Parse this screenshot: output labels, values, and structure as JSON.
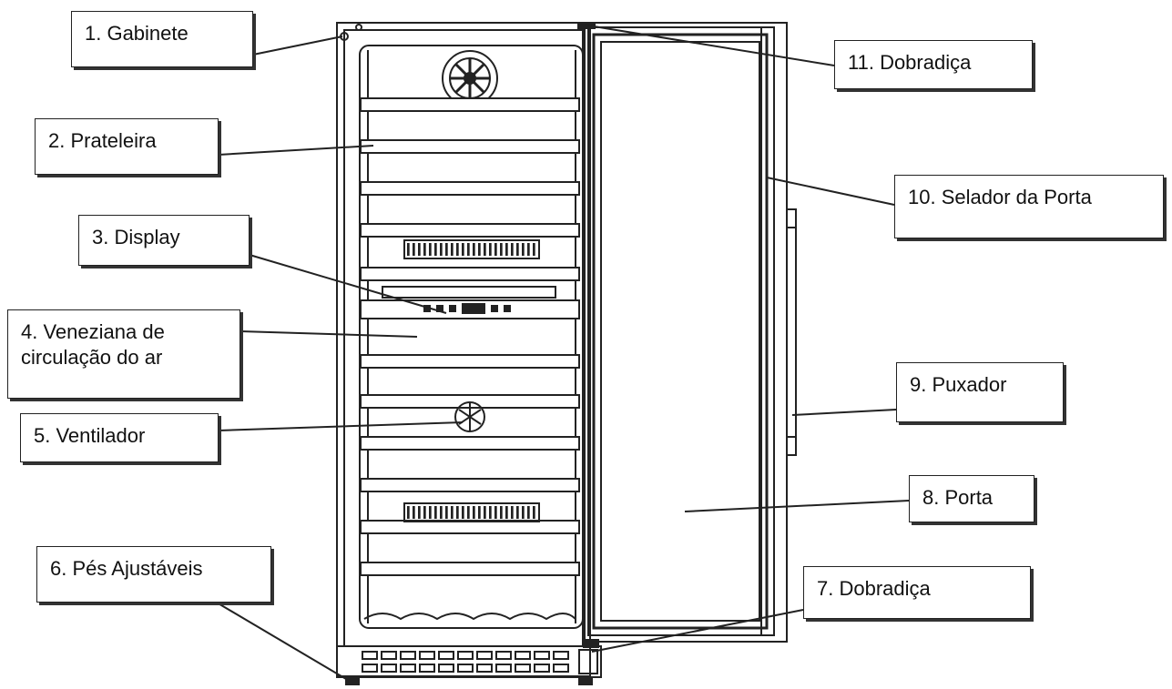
{
  "labels": [
    {
      "id": "gabinete",
      "text": "1. Gabinete"
    },
    {
      "id": "prateleira",
      "text": "2. Prateleira"
    },
    {
      "id": "display",
      "text": "3. Display"
    },
    {
      "id": "veneziana",
      "text": "4. Veneziana de circulação do ar",
      "lines": [
        "4. Veneziana de",
        "circulação do ar"
      ]
    },
    {
      "id": "ventilador",
      "text": "5. Ventilador"
    },
    {
      "id": "pes",
      "text": "6. Pés Ajustáveis"
    },
    {
      "id": "dobradica-inferior",
      "text": "7. Dobradiça"
    },
    {
      "id": "porta",
      "text": "8. Porta"
    },
    {
      "id": "puxador",
      "text": "9. Puxador"
    },
    {
      "id": "selador",
      "text": "10. Selador da Porta"
    },
    {
      "id": "dobradica-superior",
      "text": "11. Dobradiça"
    }
  ]
}
